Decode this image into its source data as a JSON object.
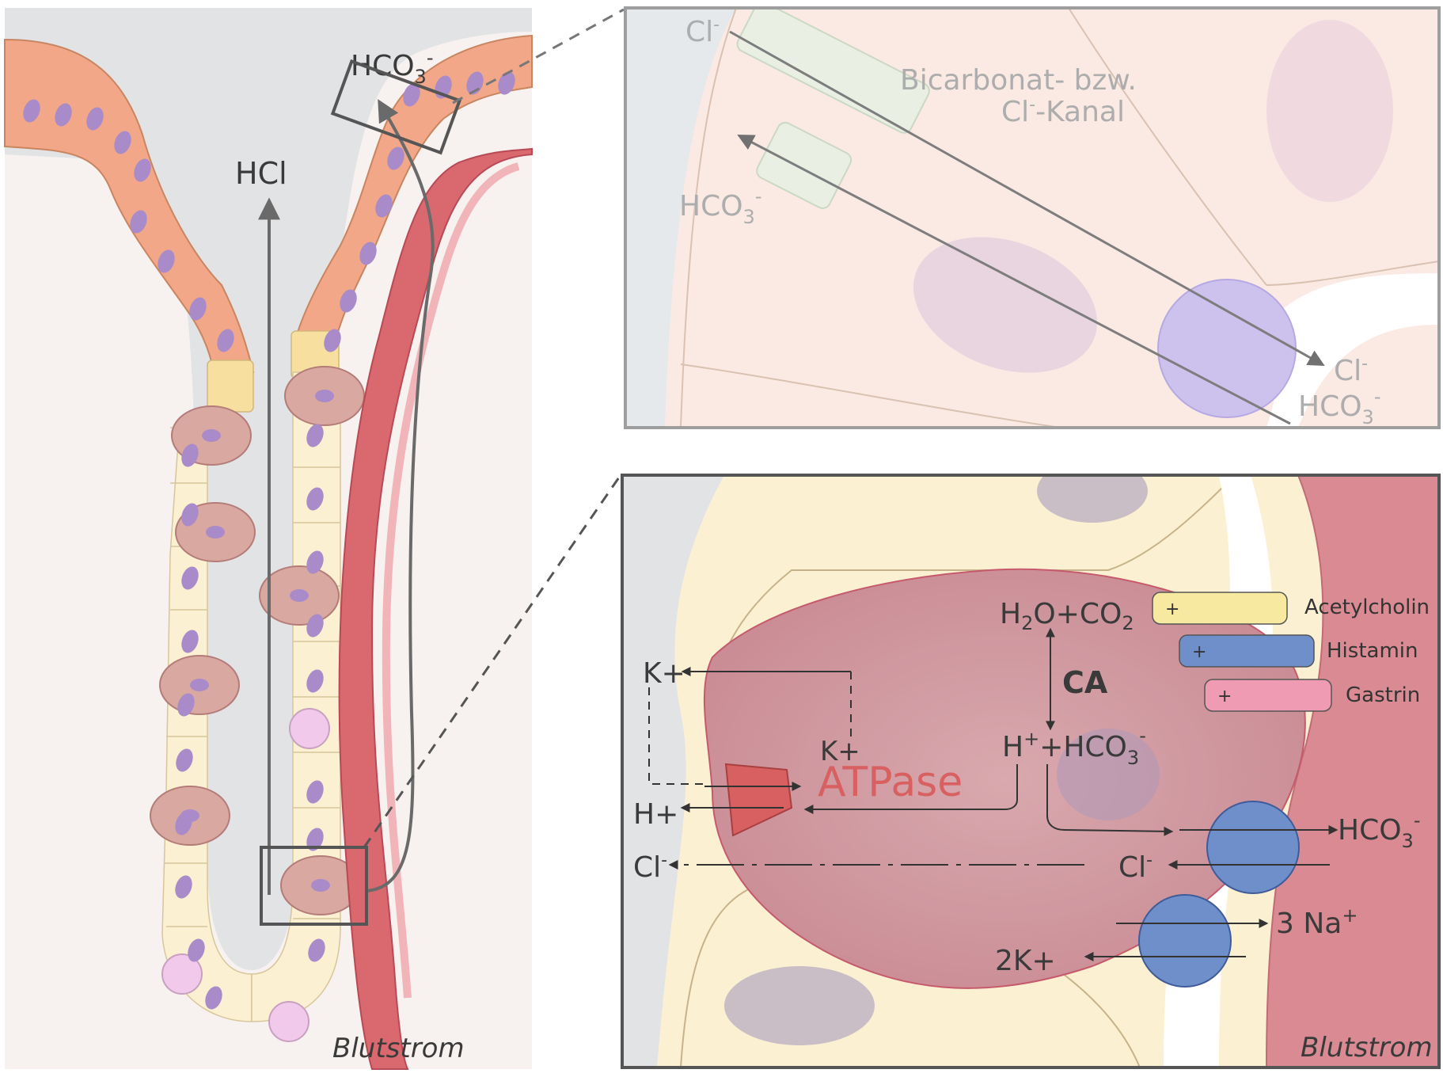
{
  "left_panel": {
    "hcl": "HCl",
    "hco3": "HCO",
    "hco3_sub": "3",
    "hco3_sup": "-",
    "blood": "Blutstrom"
  },
  "top_panel": {
    "cl_top": "Cl",
    "cl_top_sup": "-",
    "channel_line1": "Bicarbonat- bzw.",
    "channel_line2_a": "Cl",
    "channel_line2_sup": "-",
    "channel_line2_b": "-Kanal",
    "hco3_left": "HCO",
    "hco3_left_sub": "3",
    "hco3_left_sup": "-",
    "cl_right": "Cl",
    "cl_right_sup": "-",
    "hco3_right": "HCO",
    "hco3_right_sub": "3",
    "hco3_right_sup": "-"
  },
  "bottom_panel": {
    "h2o_co2_a": "H",
    "h2o_co2_sub1": "2",
    "h2o_co2_b": "O+CO",
    "h2o_co2_sub2": "2",
    "ca": "CA",
    "hplus_hco3_a": "H",
    "hplus_hco3_sup1": "+",
    "hplus_hco3_b": "+HCO",
    "hplus_hco3_sub": "3",
    "hplus_hco3_sup2": "-",
    "k_plus_top": "K+",
    "k_plus_inner": "K+",
    "atpase": "ATPase",
    "h_plus": "H+",
    "cl_left": "Cl",
    "cl_left_sup": "-",
    "cl_right": "Cl",
    "cl_right_sup": "-",
    "hco3_out": "HCO",
    "hco3_out_sub": "3",
    "hco3_out_sup": "-",
    "na": "3 Na",
    "na_sup": "+",
    "k2": "2K+",
    "blood": "Blutstrom",
    "plus_sign": "+",
    "receptors": [
      {
        "label": "Acetylcholin",
        "color": "#f7e9a0"
      },
      {
        "label": "Histamin",
        "color": "#6f8fcb"
      },
      {
        "label": "Gastrin",
        "color": "#ee9bb3"
      }
    ]
  },
  "colors": {
    "surface_cell": "#f2a888",
    "neck_cell": "#f7dfa0",
    "parietal": "#d9a8a0",
    "chief": "#fbf1d2",
    "nucleus": "#a98bc9",
    "blood_vessel": "#d9686f",
    "lumen": "#e1e3e5",
    "atpase_red": "#d86060",
    "transporter_blue": "#6f8fcb"
  }
}
